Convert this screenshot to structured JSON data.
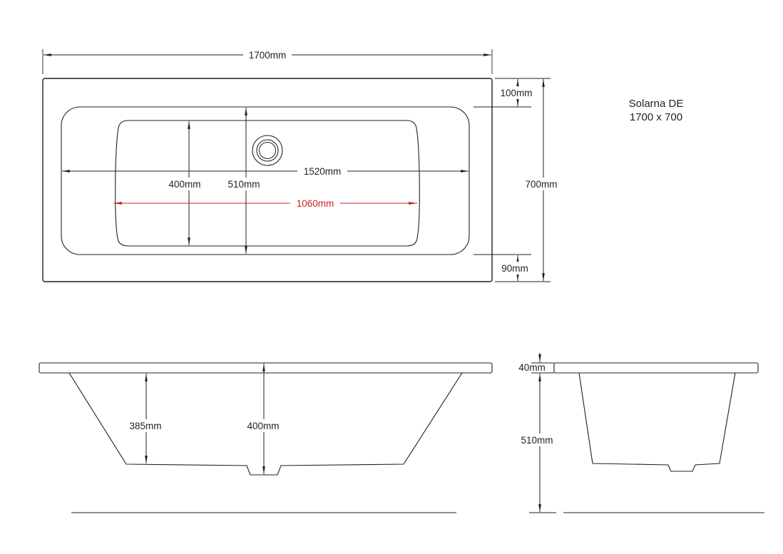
{
  "title": {
    "model": "Solarna DE",
    "size": "1700 x 700"
  },
  "colors": {
    "line": "#231f20",
    "highlight_red": "#cc2222",
    "background": "#ffffff"
  },
  "plan_view": {
    "dims": {
      "overall_length": "1700mm",
      "top_rim": "100mm",
      "overall_width": "700mm",
      "bottom_rim": "90mm",
      "inner_length": "1520mm",
      "basin_width": "400mm",
      "inner_width": "510mm",
      "highlight_length": "1060mm"
    }
  },
  "side_view": {
    "dims": {
      "inner_depth": "385mm",
      "overall_depth": "400mm"
    }
  },
  "end_view": {
    "dims": {
      "rim_height": "40mm",
      "body_height": "510mm"
    }
  }
}
